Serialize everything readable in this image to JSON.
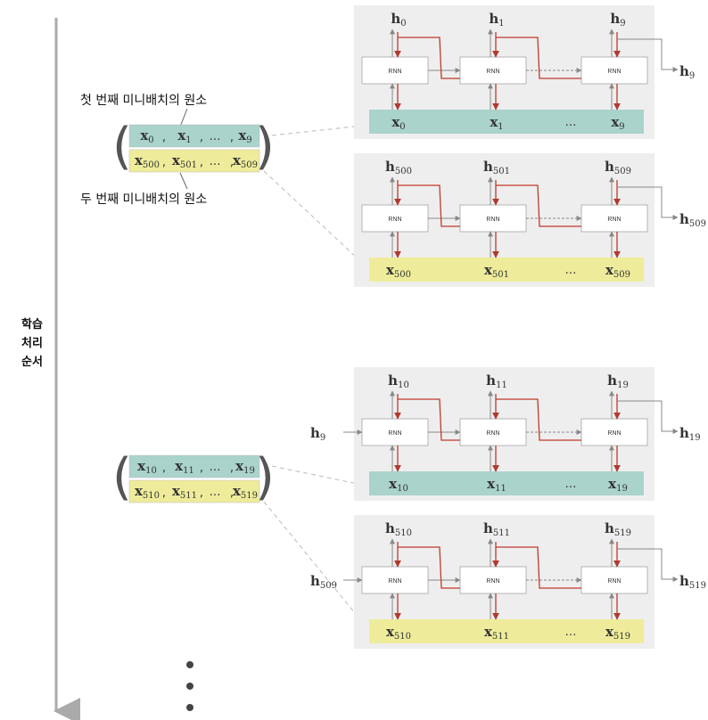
{
  "order_label": [
    "학습",
    "처리",
    "순서"
  ],
  "note_first": "첫 번째 미니배치의 원소",
  "note_second": "두 번째 미니배치의 원소",
  "rnn_label": "RNN",
  "ellipsis": "…",
  "colors": {
    "teal": "#a9d3cb",
    "yellow": "#eeec9a",
    "panel": "#eeeeee",
    "red": "#c0392b",
    "gray": "#888888"
  },
  "batches": [
    {
      "row1": {
        "items": [
          "x",
          "x",
          "…",
          "x"
        ],
        "subs": [
          "0",
          "1",
          "",
          "9"
        ]
      },
      "row2": {
        "items": [
          "x",
          "x",
          "…",
          "x"
        ],
        "subs": [
          "500",
          "501",
          "",
          "509"
        ]
      }
    },
    {
      "row1": {
        "items": [
          "x",
          "x",
          "…",
          "x"
        ],
        "subs": [
          "10",
          "11",
          "",
          "19"
        ]
      },
      "row2": {
        "items": [
          "x",
          "x",
          "…",
          "x"
        ],
        "subs": [
          "510",
          "511",
          "",
          "519"
        ]
      }
    }
  ],
  "panels": [
    {
      "h_in": "",
      "h_in_sub": "",
      "h_top": [
        "0",
        "1",
        "9"
      ],
      "h_out_sub": "9",
      "x_sub": [
        "0",
        "1",
        "9"
      ],
      "band": "teal"
    },
    {
      "h_in": "",
      "h_in_sub": "",
      "h_top": [
        "500",
        "501",
        "509"
      ],
      "h_out_sub": "509",
      "x_sub": [
        "500",
        "501",
        "509"
      ],
      "band": "yellow"
    },
    {
      "h_in": "h",
      "h_in_sub": "9",
      "h_top": [
        "10",
        "11",
        "19"
      ],
      "h_out_sub": "19",
      "x_sub": [
        "10",
        "11",
        "19"
      ],
      "band": "teal"
    },
    {
      "h_in": "h",
      "h_in_sub": "509",
      "h_top": [
        "510",
        "511",
        "519"
      ],
      "h_out_sub": "519",
      "x_sub": [
        "510",
        "511",
        "519"
      ],
      "band": "yellow"
    }
  ],
  "h_symbol": "h",
  "x_symbol": "x"
}
